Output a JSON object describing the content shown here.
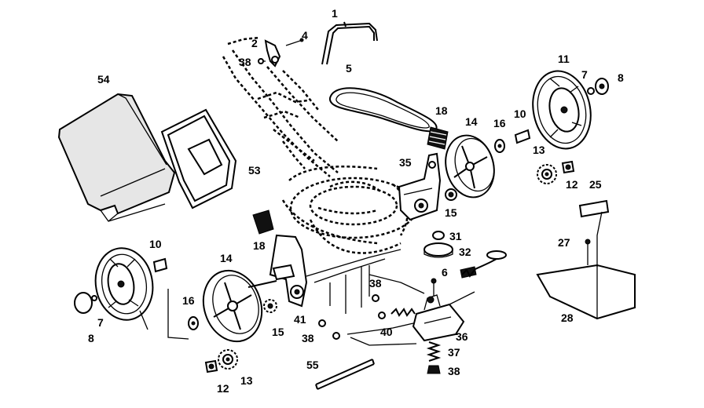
{
  "parts": [
    {
      "id": "1",
      "name": "handle-upper"
    },
    {
      "id": "2",
      "name": "handle-knob"
    },
    {
      "id": "4",
      "name": "handle-bolt"
    },
    {
      "id": "38",
      "name": "nut-handle"
    },
    {
      "id": "5",
      "name": "drive-belt"
    },
    {
      "id": "54",
      "name": "grass-bag"
    },
    {
      "id": "53",
      "name": "bag-frame"
    },
    {
      "id": "18",
      "name": "spring-upper"
    },
    {
      "id": "35",
      "name": "drive-bracket"
    },
    {
      "id": "14",
      "name": "hubcap-rear"
    },
    {
      "id": "16",
      "name": "washer-rear"
    },
    {
      "id": "10",
      "name": "spacer-rear"
    },
    {
      "id": "11",
      "name": "wheel-rear"
    },
    {
      "id": "7",
      "name": "washer-wheel-rear"
    },
    {
      "id": "8",
      "name": "cap-wheel-rear"
    },
    {
      "id": "13",
      "name": "gear-rear"
    },
    {
      "id": "12",
      "name": "clip-rear"
    },
    {
      "id": "15",
      "name": "bearing-upper"
    },
    {
      "id": "25",
      "name": "label-plate"
    },
    {
      "id": "31",
      "name": "knob-31"
    },
    {
      "id": "32",
      "name": "disc-32"
    },
    {
      "id": "27",
      "name": "screw-27"
    },
    {
      "id": "28",
      "name": "rear-deflector"
    },
    {
      "id": "6",
      "name": "pin-6"
    },
    {
      "id": "36",
      "name": "transmission"
    },
    {
      "id": "37",
      "name": "spring-37"
    },
    {
      "id": "38b",
      "name": "nut-transmission"
    },
    {
      "id": "40",
      "name": "spring-40"
    },
    {
      "id": "41",
      "name": "axle-bracket"
    },
    {
      "id": "55",
      "name": "axle-rod"
    }
  ],
  "labels": {
    "l1": "1",
    "l2": "2",
    "l4": "4",
    "l38a": "38",
    "l5": "5",
    "l54": "54",
    "l53": "53",
    "l18a": "18",
    "l35": "35",
    "l14a": "14",
    "l16a": "16",
    "l10a": "10",
    "l11": "11",
    "l7a": "7",
    "l8a": "8",
    "l13a": "13",
    "l12a": "12",
    "l15a": "15",
    "l25": "25",
    "l31": "31",
    "l32": "32",
    "l27": "27",
    "l28": "28",
    "l6": "6",
    "l36": "36",
    "l37": "37",
    "l38b": "38",
    "l40": "40",
    "l38c": "38",
    "l38d": "38",
    "l41": "41",
    "l55": "55",
    "l18b": "18",
    "l14b": "14",
    "l16b": "16",
    "l15b": "15",
    "l10b": "10",
    "l7b": "7",
    "l8b": "8",
    "l12b": "12",
    "l13b": "13"
  }
}
